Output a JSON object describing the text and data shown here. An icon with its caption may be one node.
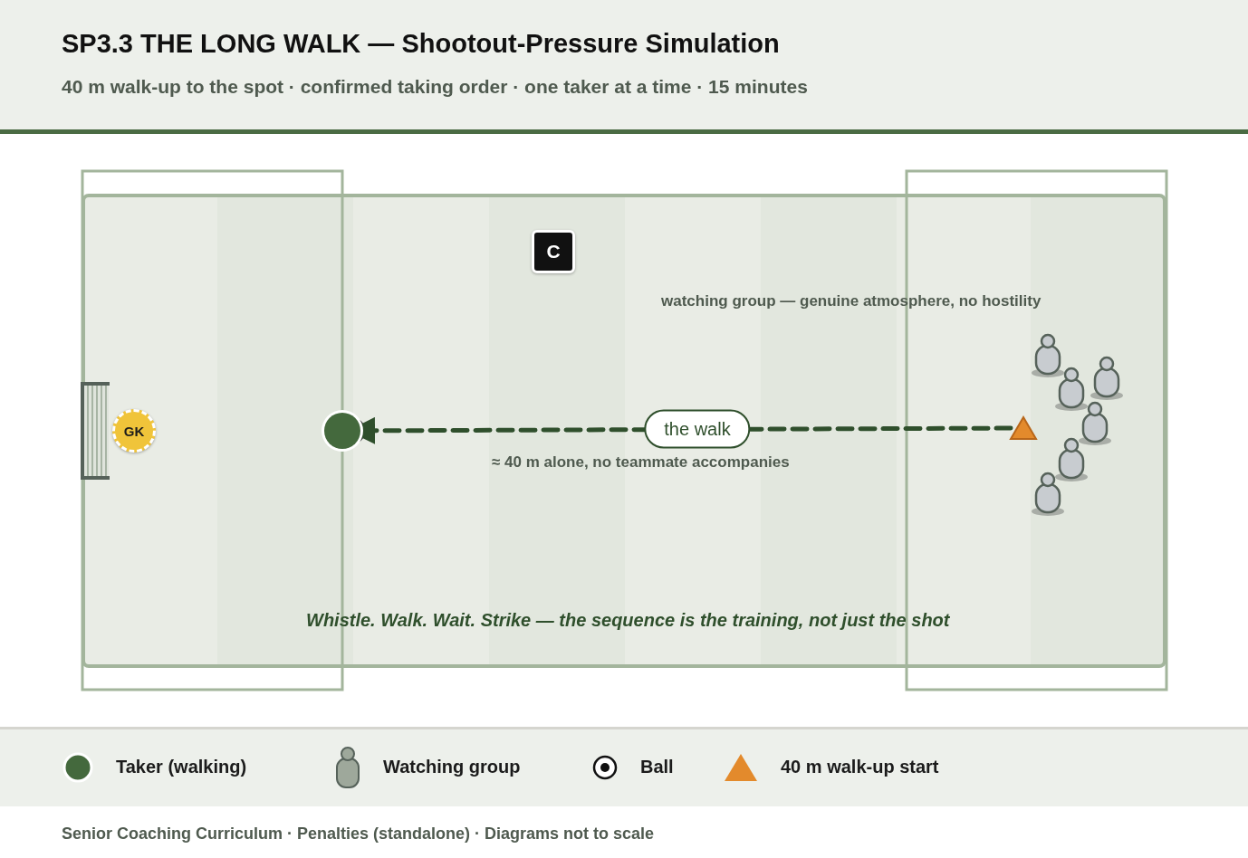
{
  "diagram": {
    "title": "SP3.3 THE LONG WALK — Shootout-Pressure Simulation",
    "caption": "Senior Coaching Curriculum · Penalties (standalone) · Diagrams not to scale",
    "nodes": [
      {
        "text": [
          "GK"
        ]
      },
      {
        "text": [
          "C"
        ]
      },
      {
        "text": [],
        "shape": "circle"
      },
      {
        "text": [],
        "shape": "triangle"
      }
    ],
    "edges": [
      {
        "from": 3,
        "to": 2,
        "arrow": "to",
        "style": "dashed",
        "label": "the walk"
      }
    ],
    "labels": [
      "40 m walk-up to the spot · confirmed taking order · one taker at a time · 15 minutes",
      "watching group — genuine atmosphere, no hostility",
      "≈ 40 m alone, no teammate accompanies",
      "Whistle. Walk. Wait. Strike — the sequence is the training, not just the shot"
    ],
    "legend": [
      {
        "text": "Taker (walking)",
        "color": "#44693d"
      },
      {
        "text": "Watching group"
      },
      {
        "text": "Ball"
      },
      {
        "text": "40 m walk-up start",
        "color": "#e38a2c"
      }
    ]
  }
}
